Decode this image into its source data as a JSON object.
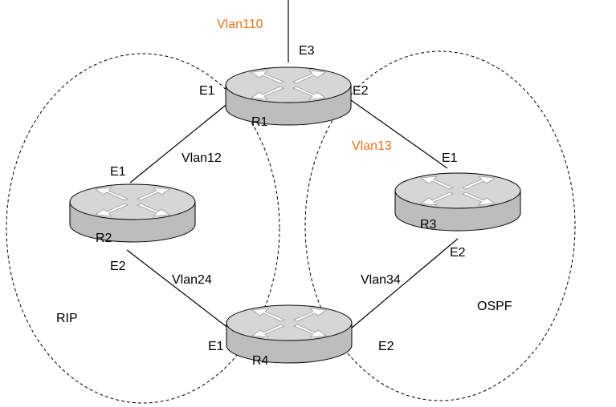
{
  "colors": {
    "vlan_accent": "#e8711c",
    "router_body": "#c0c0c0",
    "router_top": "#d9d9d9",
    "line": "#000000"
  },
  "routers": [
    {
      "id": "R1",
      "label": "R1"
    },
    {
      "id": "R2",
      "label": "R2"
    },
    {
      "id": "R3",
      "label": "R3"
    },
    {
      "id": "R4",
      "label": "R4"
    }
  ],
  "areas": {
    "rip": "RIP",
    "ospf": "OSPF"
  },
  "vlans": {
    "vlan110": "Vlan110",
    "vlan12": "Vlan12",
    "vlan13": "Vlan13",
    "vlan24": "Vlan24",
    "vlan34": "Vlan34"
  },
  "interfaces": {
    "r1_e1": "E1",
    "r1_e2": "E2",
    "r1_e3": "E3",
    "r2_e1": "E1",
    "r2_e2": "E2",
    "r3_e1": "E1",
    "r3_e2": "E2",
    "r4_e1": "E1",
    "r4_e2": "E2"
  }
}
